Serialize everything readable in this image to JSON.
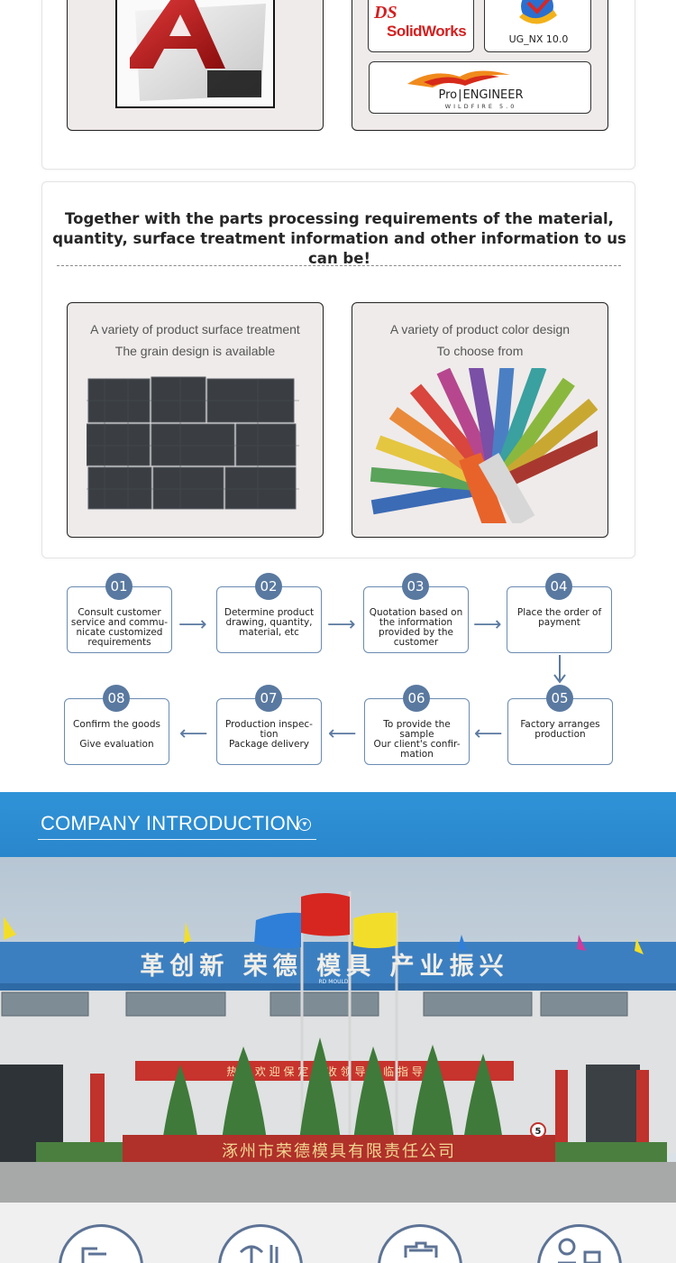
{
  "software": {
    "solidworks": "SolidWorks",
    "solidworks_mark": "DS",
    "ugnx": "UG_NX 10.0",
    "proe_prefix": "Pro",
    "proe_name": "ENGINEER",
    "proe_sub": "WILDFIRE 5.0"
  },
  "info": {
    "headline_line1": "Together with the parts processing requirements of the material,",
    "headline_line2": "quantity, surface treatment information and other information to us can be!",
    "surface_line1": "A variety of product surface treatment",
    "surface_line2": "The grain design is available",
    "color_line1": "A variety of product color design",
    "color_line2": "To choose from"
  },
  "process": {
    "steps": [
      {
        "num": "01",
        "lines": [
          "Consult customer",
          "service and commu-",
          "nicate customized",
          "requirements"
        ]
      },
      {
        "num": "02",
        "lines": [
          "Determine product",
          "drawing, quantity,",
          "material, etc"
        ]
      },
      {
        "num": "03",
        "lines": [
          "Quotation based on",
          "the information",
          "provided by the",
          "customer"
        ]
      },
      {
        "num": "04",
        "lines": [
          "Place the order of",
          "payment"
        ]
      },
      {
        "num": "05",
        "lines": [
          "Factory arranges",
          "production"
        ]
      },
      {
        "num": "06",
        "lines": [
          "To provide the",
          "sample",
          "Our client's confir-",
          "mation"
        ]
      },
      {
        "num": "07",
        "lines": [
          "Production inspec-",
          "tion",
          "Package delivery"
        ]
      },
      {
        "num": "08",
        "lines": [
          "Confirm the goods",
          "",
          "Give evaluation"
        ]
      }
    ]
  },
  "banner": {
    "title": "COMPANY INTRODUCTION",
    "icon": "chevron-down-circle-icon"
  },
  "photo": {
    "roof_sign": "革创新   荣德   模具   产业振兴",
    "company_sign": "涿州市荣德模具有限责任公司",
    "red_banner": "热 烈 欢 迎 保 定 验 收 领 导 莅 临 指 导",
    "badge": "5",
    "logo_text": "RD MOULD"
  },
  "colors": {
    "accent": "#5a79a0",
    "banner_blue": "#2f93d8",
    "card_bg": "#efebea"
  }
}
